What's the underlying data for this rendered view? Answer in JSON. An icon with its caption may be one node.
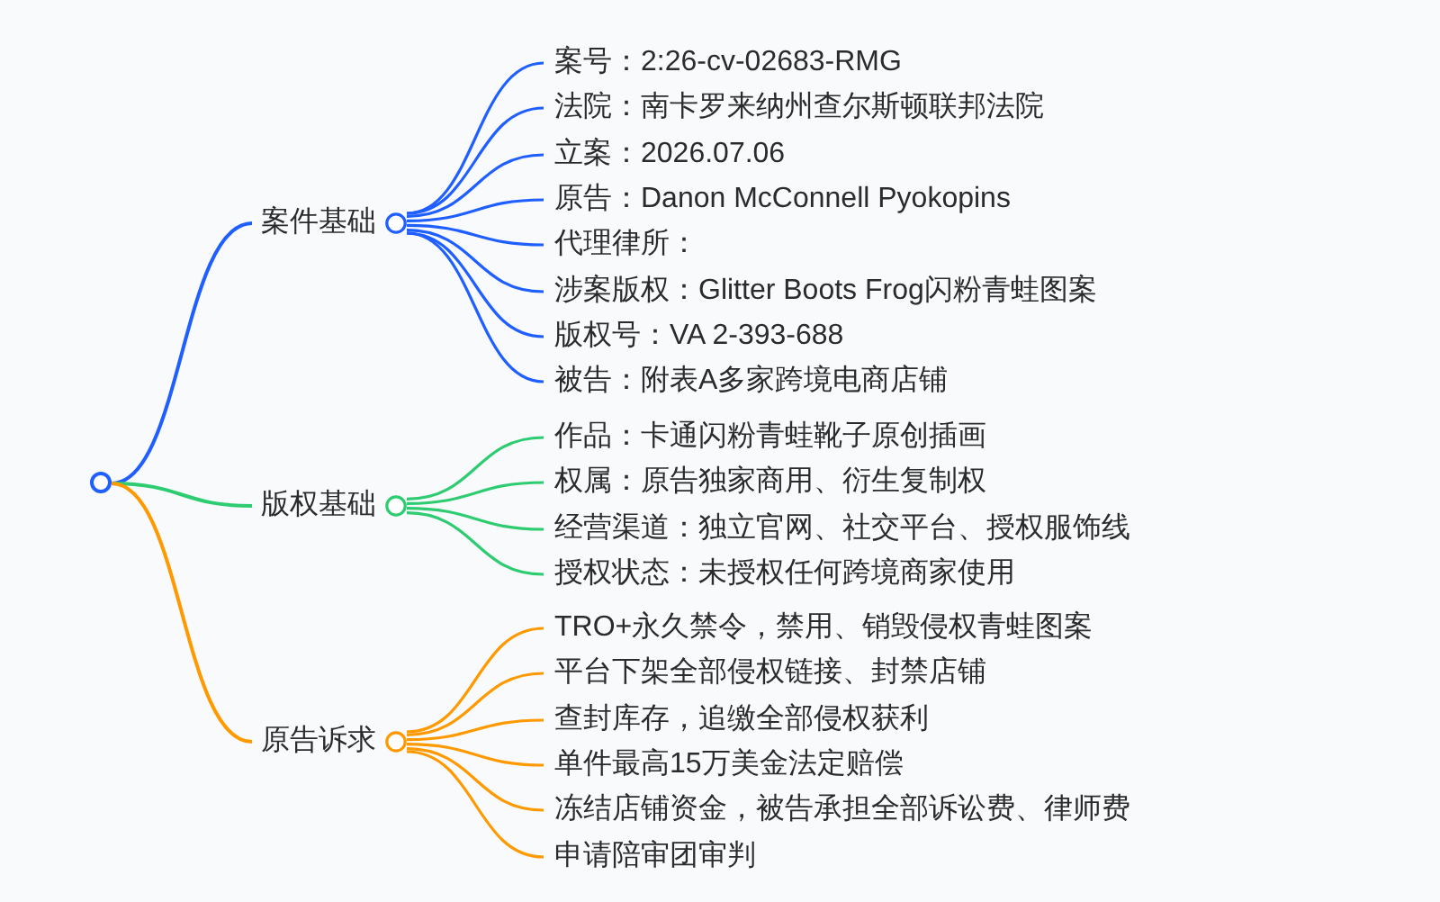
{
  "diagram": {
    "nodes": [
      {
        "text": [],
        "shape": "circle"
      },
      {
        "text": [
          "案件基础"
        ]
      },
      {
        "text": [
          "案号：2:26-cv-02683-RMG"
        ]
      },
      {
        "text": [
          "法院：南卡罗来纳州查尔斯顿联邦法院"
        ]
      },
      {
        "text": [
          "立案：2026.07.06"
        ]
      },
      {
        "text": [
          "原告：Danon McConnell Pyokopins"
        ]
      },
      {
        "text": [
          "代理律所："
        ]
      },
      {
        "text": [
          "涉案版权：Glitter Boots Frog闪粉青蛙图案"
        ]
      },
      {
        "text": [
          "版权号：VA 2-393-688"
        ]
      },
      {
        "text": [
          "被告：附表A多家跨境电商店铺"
        ]
      },
      {
        "text": [
          "版权基础"
        ]
      },
      {
        "text": [
          "作品：卡通闪粉青蛙靴子原创插画"
        ]
      },
      {
        "text": [
          "权属：原告独家商用、衍生复制权"
        ]
      },
      {
        "text": [
          "经营渠道：独立官网、社交平台、授权服饰线"
        ]
      },
      {
        "text": [
          "授权状态：未授权任何跨境商家使用"
        ]
      },
      {
        "text": [
          "原告诉求"
        ]
      },
      {
        "text": [
          "TRO+永久禁令，禁用、销毁侵权青蛙图案"
        ]
      },
      {
        "text": [
          "平台下架全部侵权链接、封禁店铺"
        ]
      },
      {
        "text": [
          "查封库存，追缴全部侵权获利"
        ]
      },
      {
        "text": [
          "单件最高15万美金法定赔偿"
        ]
      },
      {
        "text": [
          "冻结店铺资金，被告承担全部诉讼费、律师费"
        ]
      },
      {
        "text": [
          "申请陪审团审判"
        ]
      }
    ],
    "edges": [
      {
        "from": 0,
        "to": 1,
        "arrow": "none"
      },
      {
        "from": 1,
        "to": 2,
        "arrow": "none"
      },
      {
        "from": 1,
        "to": 3,
        "arrow": "none"
      },
      {
        "from": 1,
        "to": 4,
        "arrow": "none"
      },
      {
        "from": 1,
        "to": 5,
        "arrow": "none"
      },
      {
        "from": 1,
        "to": 6,
        "arrow": "none"
      },
      {
        "from": 1,
        "to": 7,
        "arrow": "none"
      },
      {
        "from": 1,
        "to": 8,
        "arrow": "none"
      },
      {
        "from": 1,
        "to": 9,
        "arrow": "none"
      },
      {
        "from": 0,
        "to": 10,
        "arrow": "none",
        "color": "#2ecc71"
      },
      {
        "from": 10,
        "to": 11,
        "arrow": "none",
        "color": "#2ecc71"
      },
      {
        "from": 10,
        "to": 12,
        "arrow": "none",
        "color": "#2ecc71"
      },
      {
        "from": 10,
        "to": 13,
        "arrow": "none",
        "color": "#2ecc71"
      },
      {
        "from": 10,
        "to": 14,
        "arrow": "none",
        "color": "#2ecc71"
      },
      {
        "from": 0,
        "to": 15,
        "arrow": "none",
        "color": "#ff9900"
      },
      {
        "from": 15,
        "to": 16,
        "arrow": "none",
        "color": "#ff9900"
      },
      {
        "from": 15,
        "to": 17,
        "arrow": "none",
        "color": "#ff9900"
      },
      {
        "from": 15,
        "to": 18,
        "arrow": "none",
        "color": "#ff9900"
      },
      {
        "from": 15,
        "to": 19,
        "arrow": "none",
        "color": "#ff9900"
      },
      {
        "from": 15,
        "to": 20,
        "arrow": "none",
        "color": "#ff9900"
      },
      {
        "from": 15,
        "to": 21,
        "arrow": "none",
        "color": "#ff9900"
      }
    ]
  }
}
